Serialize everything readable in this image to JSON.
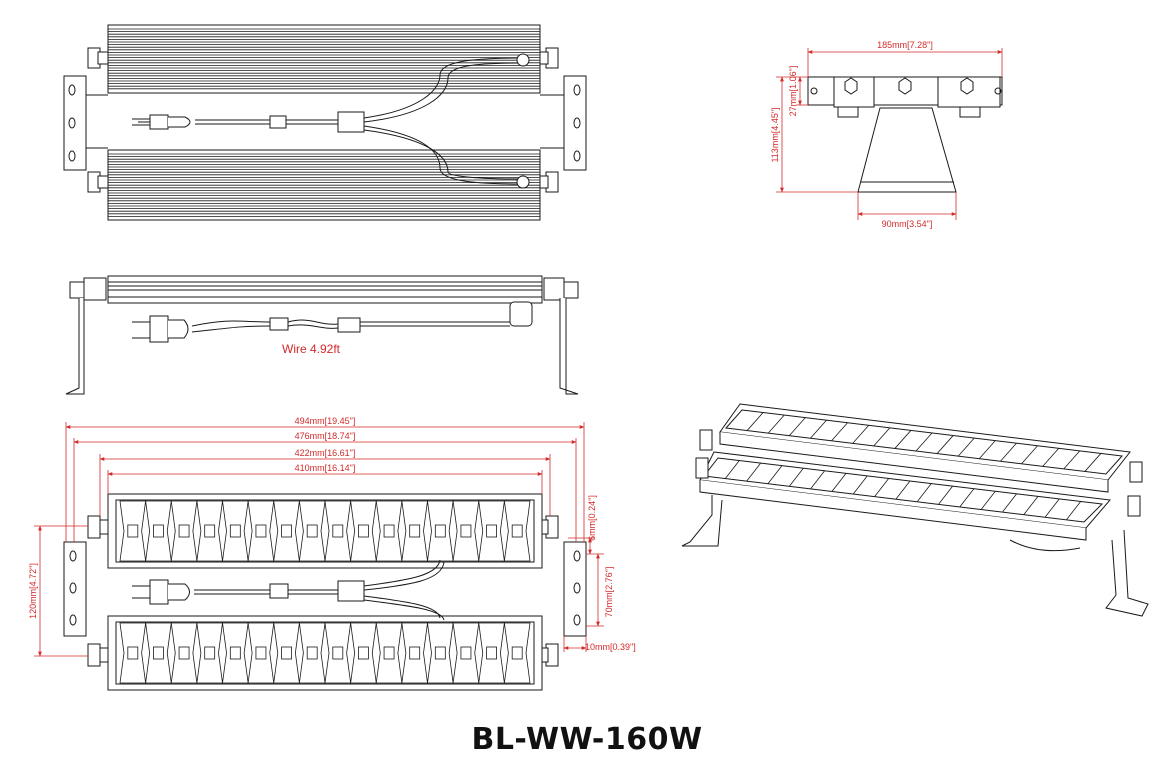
{
  "colors": {
    "line": "#1a1a1a",
    "dimension": "#d42a2a",
    "background": "#ffffff"
  },
  "title": "BL-WW-160W",
  "notes": {
    "wire_length": "Wire 4.92ft"
  },
  "dimensions": {
    "end_width": "185mm[7.28\"]",
    "end_height": "113mm[4.45\"]",
    "end_clamp_height": "27mm[1.06\"]",
    "end_base_width": "90mm[3.54\"]",
    "overall_length": "494mm[19.45\"]",
    "bracket_length": "476mm[18.74\"]",
    "body_length": "422mm[16.61\"]",
    "lens_length": "410mm[16.14\"]",
    "overall_depth": "120mm[4.72\"]",
    "bracket_offset": "6mm[0.24\"]",
    "bracket_slot": "70mm[2.76\"]",
    "bracket_thickness": "10mm[0.39\"]"
  }
}
